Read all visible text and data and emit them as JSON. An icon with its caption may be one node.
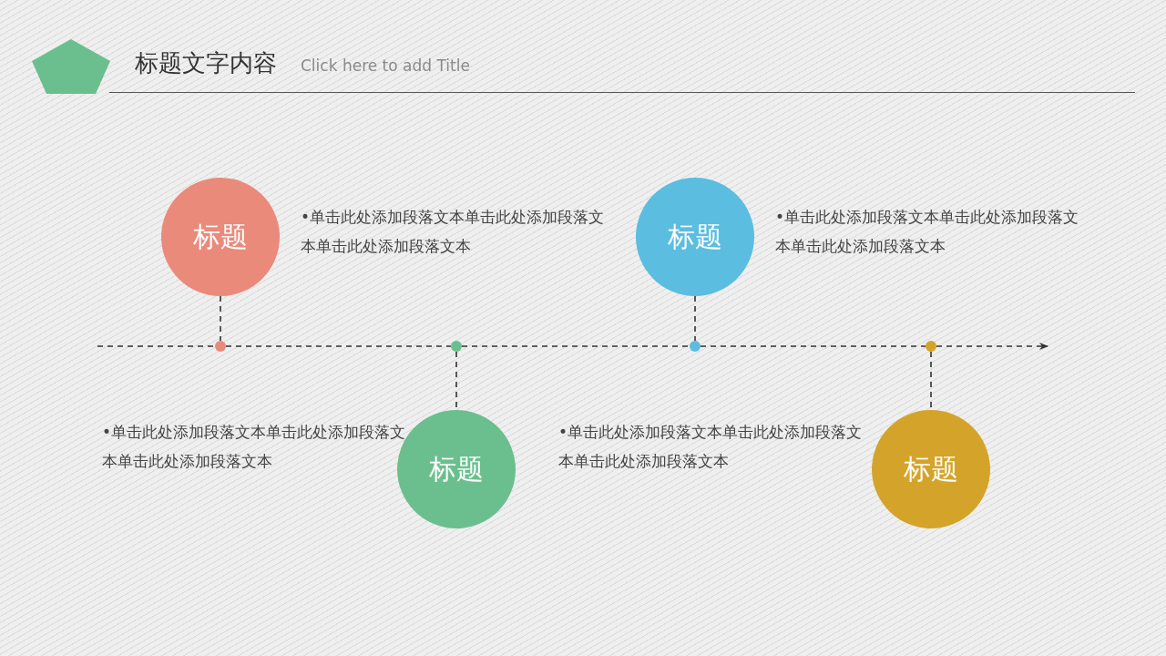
{
  "diagram": {
    "title": "标题文字内容",
    "nodes": [
      {
        "text": [
          "标题"
        ],
        "beside": [
          "•单击此处添加段落文本单击此处添加段落文本单击此处添加段落文本"
        ]
      },
      {
        "text": [
          "标题"
        ],
        "beside": [
          "•单击此处添加段落文本单击此处添加段落文本单击此处添加段落文本"
        ]
      },
      {
        "text": [],
        "shape": "circle"
      },
      {
        "text": [],
        "shape": "circle"
      },
      {
        "text": [],
        "shape": "circle"
      },
      {
        "text": [],
        "shape": "circle"
      },
      {
        "text": [
          "标题"
        ],
        "beside": [
          "•单击此处添加段落文本单击此处添加段落文本单击此处添加段落文本"
        ]
      },
      {
        "text": [
          "标题"
        ],
        "beside": [
          "•单击此处添加段落文本单击此处添加段落文本单击此处添加段落文本"
        ]
      }
    ],
    "edges": [
      {
        "from": null,
        "to": 2,
        "arrow": "none",
        "style": "dashed"
      },
      {
        "from": 2,
        "to": 3,
        "arrow": "none",
        "style": "dashed"
      },
      {
        "from": 3,
        "to": 4,
        "arrow": "none",
        "style": "dashed"
      },
      {
        "from": 4,
        "to": 5,
        "arrow": "none",
        "style": "dashed"
      },
      {
        "from": 5,
        "to": null,
        "arrow": "to",
        "style": "dashed"
      },
      {
        "from": 0,
        "to": 2,
        "arrow": "none",
        "style": "dashed"
      },
      {
        "from": 1,
        "to": 4,
        "arrow": "none",
        "style": "dashed"
      },
      {
        "from": 3,
        "to": 6,
        "arrow": "none",
        "style": "dashed"
      },
      {
        "from": 5,
        "to": 7,
        "arrow": "none",
        "style": "dashed"
      }
    ],
    "labels": [
      "Click here to add Title"
    ]
  }
}
